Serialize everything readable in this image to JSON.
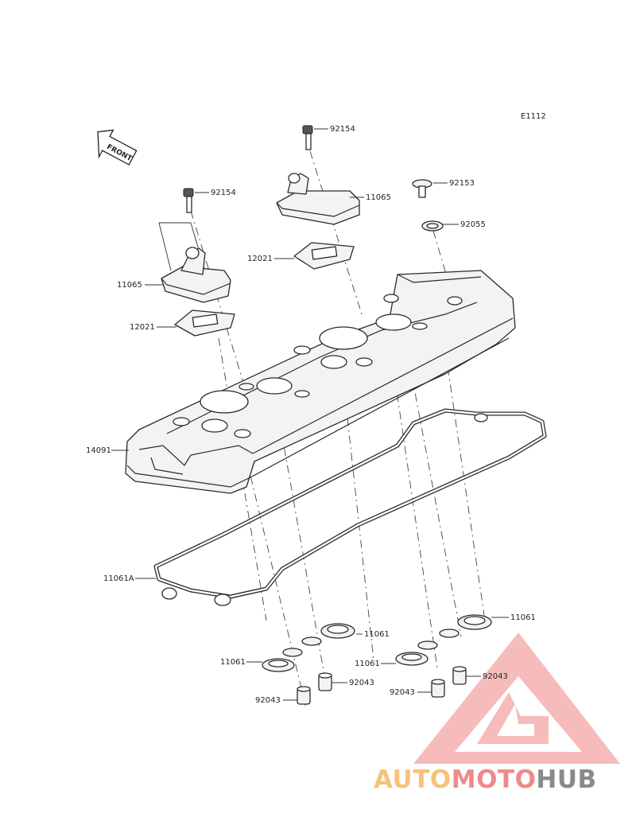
{
  "diagram": {
    "figure_code": "E1112",
    "front_label": "FRONT",
    "labels": {
      "bolt_top": "92154",
      "bolt_left": "92154",
      "breather_right": "11065",
      "breather_left": "11065",
      "grommet_right": "12021",
      "grommet_left": "12021",
      "bolt_right": "92153",
      "washer_right": "92055",
      "cover": "14091",
      "gasket": "11061A",
      "plug_gasket_1": "11061",
      "plug_gasket_2": "11061",
      "plug_gasket_3": "11061",
      "plug_gasket_4": "11061",
      "collar_1": "92043",
      "collar_2": "92043",
      "collar_3": "92043",
      "collar_4": "92043"
    }
  },
  "watermark": {
    "brand_part1": "AUTO",
    "brand_part2": "MOTO",
    "brand_part3": "HUB",
    "color_yellow": "#f7c27a",
    "color_red": "#f08a8a",
    "color_gray": "#8a8a8a"
  }
}
